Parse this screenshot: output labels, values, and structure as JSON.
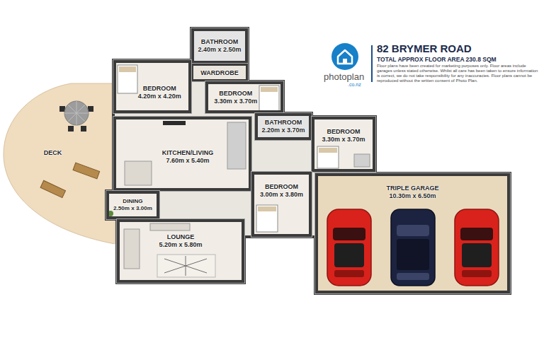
{
  "diagram": {
    "title": "82 BRYMER ROAD",
    "nodes": [
      {
        "text": [
          "BATHROOM",
          "2.40m x 2.50m"
        ]
      },
      {
        "text": [
          "WARDROBE"
        ]
      },
      {
        "text": [
          "BEDROOM",
          "4.20m x 4.20m"
        ]
      },
      {
        "text": [
          "BEDROOM",
          "3.30m x 3.70m"
        ]
      },
      {
        "text": [
          "BATHROOM",
          "2.20m x 3.70m"
        ]
      },
      {
        "text": [
          "DECK"
        ]
      },
      {
        "text": [
          "BEDROOM",
          "3.30m x 3.70m"
        ]
      },
      {
        "text": [
          "KITCHEN/LIVING",
          "7.60m x 5.40m"
        ]
      },
      {
        "text": [
          "DINING",
          "2.50m x 3.00m"
        ]
      },
      {
        "text": [
          "BEDROOM",
          "3.00m x 3.80m"
        ]
      },
      {
        "text": [
          "TRIPLE GARAGE",
          "10.30m x 6.50m"
        ]
      },
      {
        "text": [
          "LOUNGE",
          "5.20m x 5.80m"
        ]
      }
    ],
    "labels": [
      "TOTAL APPROX FLOOR AREA 230.8 SQM",
      "Floor plans have been created for marketing purposes only. Floor areas include garages unless stated otherwise. Whilst all care has been taken to ensure information is correct, we do not take responsibility for any inaccuracies. Floor plans cannot be reproduced without the written consent of Photo Plan.",
      "photoplan",
      ".co.nz"
    ]
  }
}
